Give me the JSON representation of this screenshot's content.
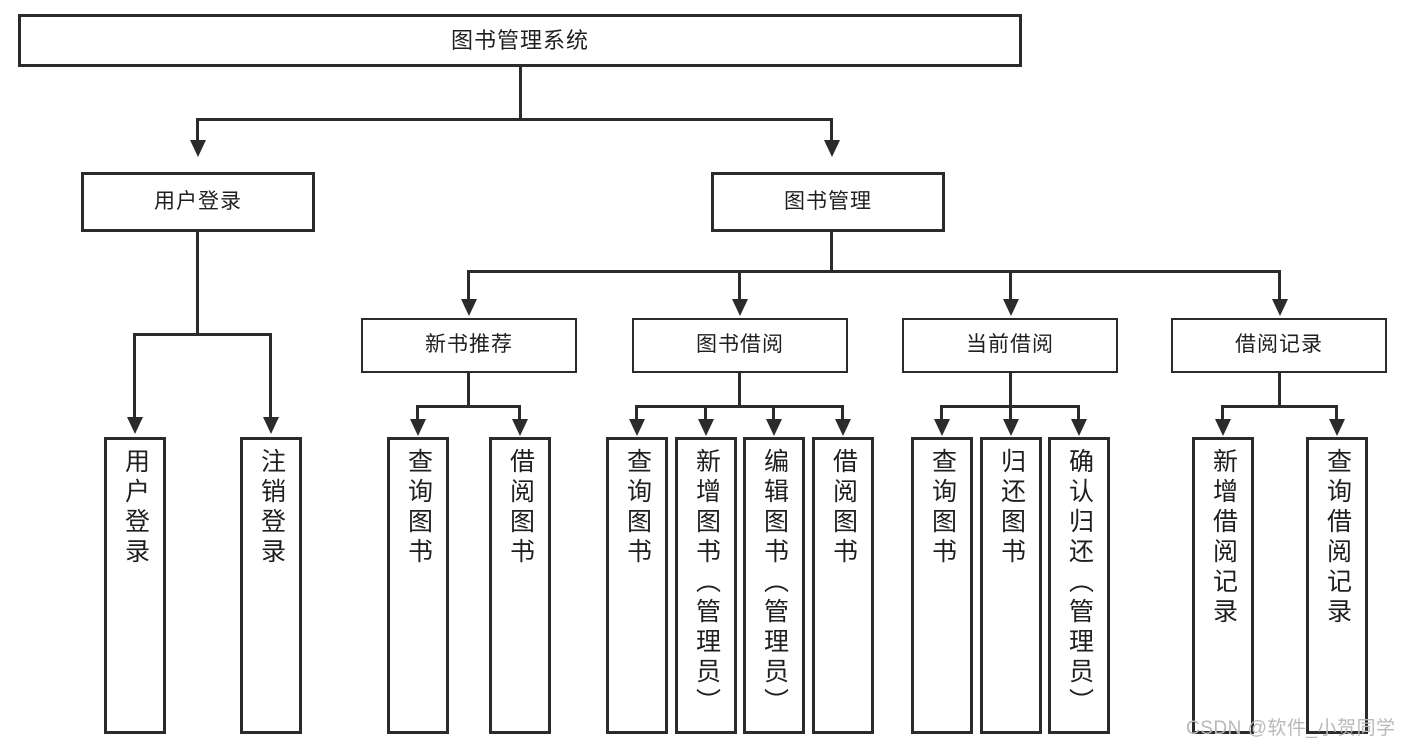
{
  "diagram": {
    "title": "图书管理系统",
    "type": "tree",
    "root": {
      "label": "图书管理系统"
    },
    "level1": [
      {
        "id": "user-login",
        "label": "用户登录"
      },
      {
        "id": "book-management",
        "label": "图书管理"
      }
    ],
    "level2": [
      {
        "id": "new-book-recommend",
        "label": "新书推荐",
        "parent": "book-management"
      },
      {
        "id": "book-borrow",
        "label": "图书借阅",
        "parent": "book-management"
      },
      {
        "id": "current-borrow",
        "label": "当前借阅",
        "parent": "book-management"
      },
      {
        "id": "borrow-record",
        "label": "借阅记录",
        "parent": "book-management"
      }
    ],
    "leaves": [
      {
        "id": "leaf-user-login",
        "label": "用户登录",
        "parent": "user-login"
      },
      {
        "id": "leaf-logout-login",
        "label": "注销登录",
        "parent": "user-login"
      },
      {
        "id": "leaf-query-book-1",
        "label": "查询图书",
        "parent": "new-book-recommend"
      },
      {
        "id": "leaf-borrow-book-1",
        "label": "借阅图书",
        "parent": "new-book-recommend"
      },
      {
        "id": "leaf-query-book-2",
        "label": "查询图书",
        "parent": "book-borrow"
      },
      {
        "id": "leaf-add-book",
        "label": "新增图书（管理员）",
        "parent": "book-borrow"
      },
      {
        "id": "leaf-edit-book",
        "label": "编辑图书（管理员）",
        "parent": "book-borrow"
      },
      {
        "id": "leaf-borrow-book-2",
        "label": "借阅图书",
        "parent": "book-borrow"
      },
      {
        "id": "leaf-query-book-3",
        "label": "查询图书",
        "parent": "current-borrow"
      },
      {
        "id": "leaf-return-book",
        "label": "归还图书",
        "parent": "current-borrow"
      },
      {
        "id": "leaf-confirm-return",
        "label": "确认归还（管理员）",
        "parent": "current-borrow"
      },
      {
        "id": "leaf-add-record",
        "label": "新增借阅记录",
        "parent": "borrow-record"
      },
      {
        "id": "leaf-query-record",
        "label": "查询借阅记录",
        "parent": "borrow-record"
      }
    ]
  },
  "watermark": {
    "text": "CSDN @软件_小贺同学"
  },
  "colors": {
    "stroke": "#2b2b2b",
    "text": "#1f1f1f",
    "background": "#ffffff",
    "watermark": "#b9b9b9"
  }
}
